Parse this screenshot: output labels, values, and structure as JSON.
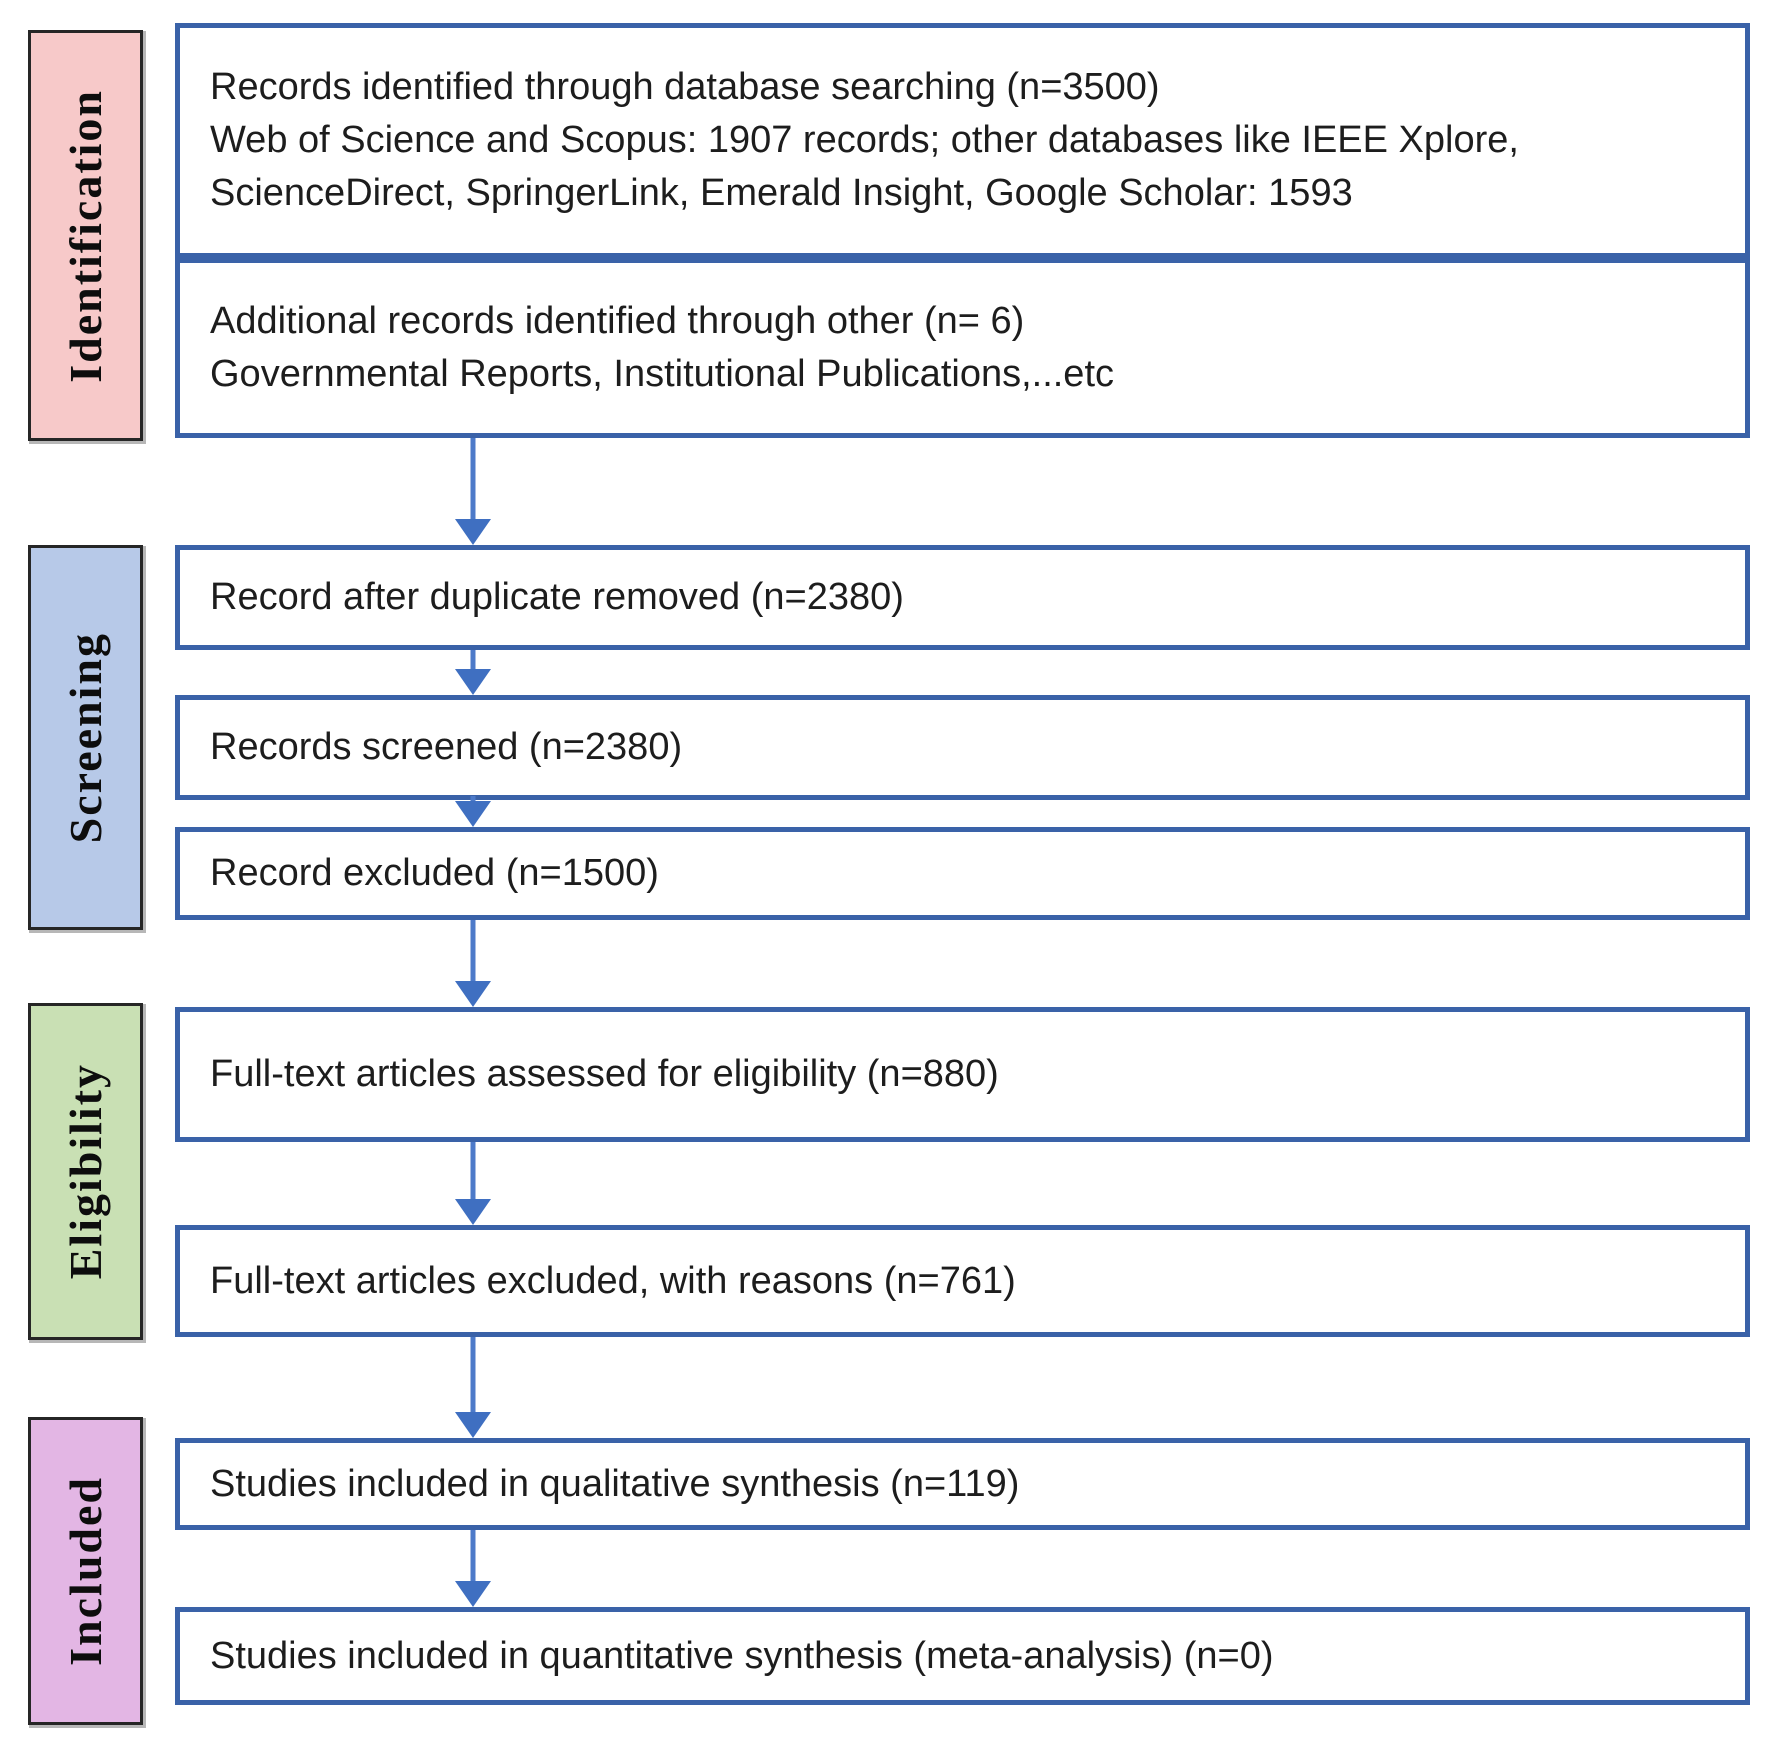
{
  "stages": [
    {
      "label": "Identification",
      "fill": "#f7c9c9"
    },
    {
      "label": "Screening",
      "fill": "#b7c9e8"
    },
    {
      "label": "Eligibility",
      "fill": "#c9e0b4"
    },
    {
      "label": "Included",
      "fill": "#e3b6e4"
    }
  ],
  "boxes": {
    "records_identified": {
      "lines": [
        "Records identified through database searching (n=3500)",
        "Web of Science and Scopus: 1907 records; other databases like IEEE Xplore,",
        "ScienceDirect, SpringerLink, Emerald Insight, Google Scholar: 1593"
      ]
    },
    "additional_records": {
      "lines": [
        "Additional records identified through other (n= 6)",
        "Governmental Reports, Institutional Publications,...etc"
      ]
    },
    "duplicates_removed": {
      "text": "Record after duplicate removed (n=2380)"
    },
    "records_screened": {
      "text": "Records screened (n=2380)"
    },
    "records_excluded": {
      "text": "Record excluded (n=1500)"
    },
    "fulltext_assessed": {
      "text": "Full-text articles assessed for eligibility (n=880)"
    },
    "fulltext_excluded": {
      "text": "Full-text articles excluded, with reasons (n=761)"
    },
    "qualitative_included": {
      "text": "Studies included in qualitative synthesis (n=119)"
    },
    "quantitative_included": {
      "text": "Studies included in quantitative synthesis (meta-analysis) (n=0)"
    }
  },
  "colors": {
    "box_border": "#3a62a8",
    "arrow": "#4d7ac9",
    "text": "#1d1d1d",
    "stage_border": "#262626",
    "identification_fill": "#f7c9c9",
    "screening_fill": "#b7c9e8",
    "eligibility_fill": "#c9e0b4",
    "included_fill": "#e3b6e4"
  }
}
